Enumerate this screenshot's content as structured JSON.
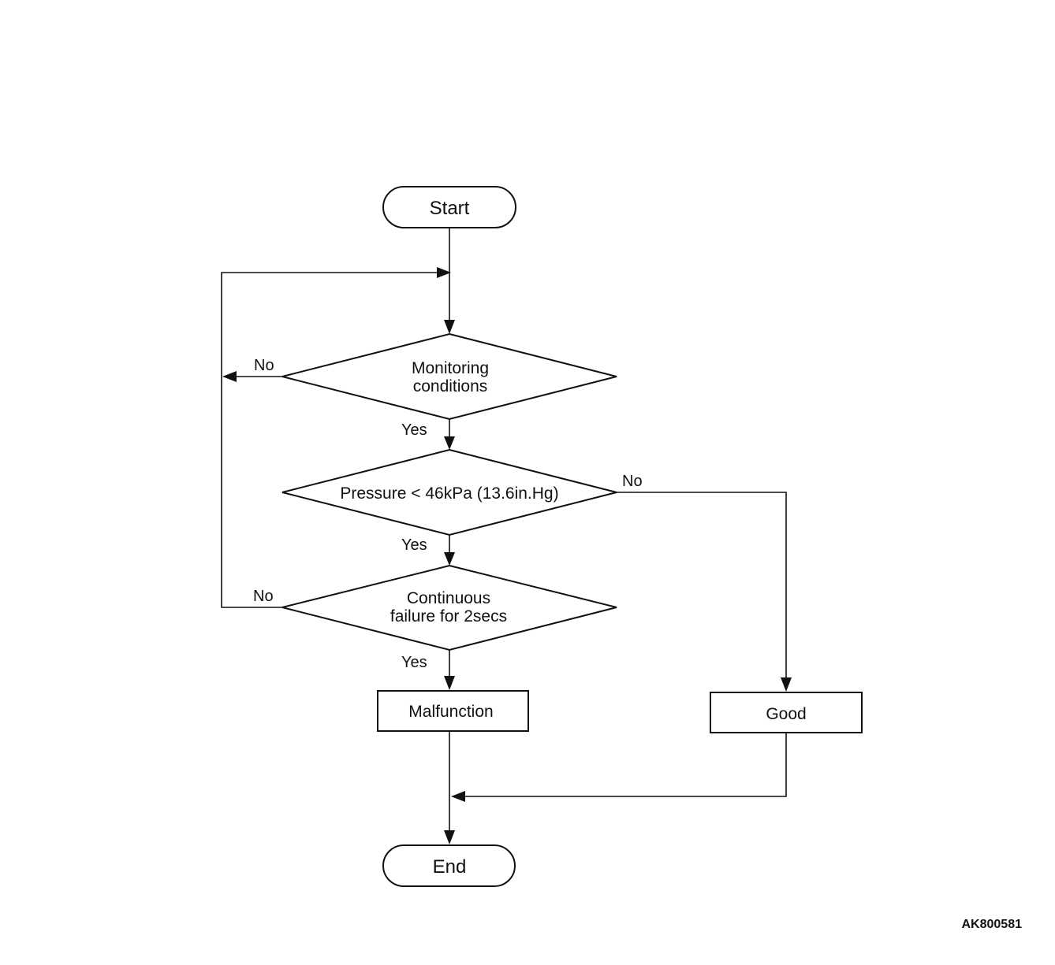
{
  "flowchart": {
    "start": "Start",
    "decision_monitoring_line1": "Monitoring",
    "decision_monitoring_line2": "conditions",
    "decision_pressure": "Pressure < 46kPa (13.6in.Hg)",
    "decision_continuous_line1": "Continuous",
    "decision_continuous_line2": "failure for 2secs",
    "malfunction": "Malfunction",
    "good": "Good",
    "end": "End",
    "label_yes": "Yes",
    "label_no": "No"
  },
  "figure_ref": "AK800581"
}
